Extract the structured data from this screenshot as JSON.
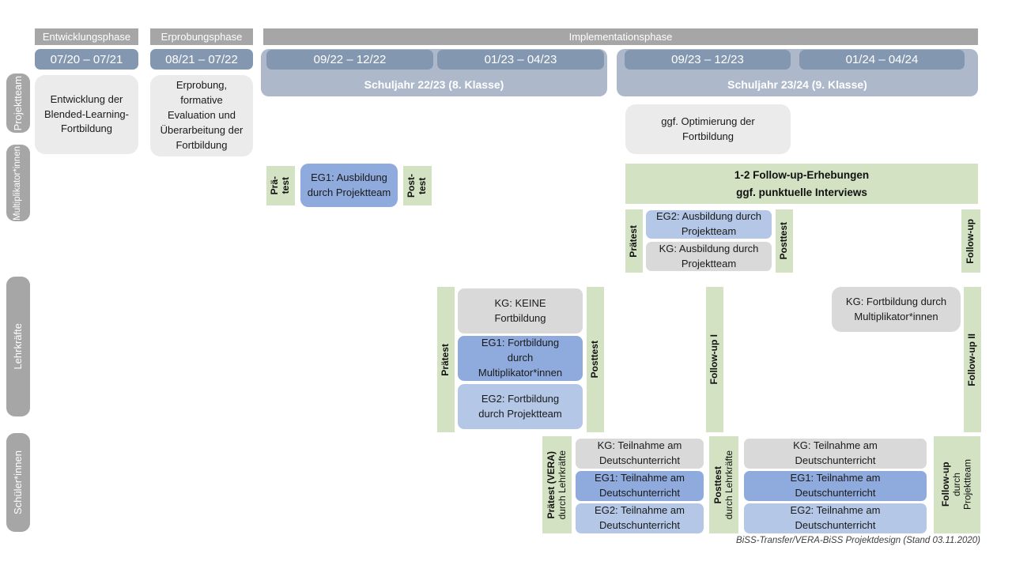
{
  "phases": {
    "development": "Entwicklungsphase",
    "piloting": "Erprobungsphase",
    "implementation": "Implementationsphase"
  },
  "timeline": {
    "periods": [
      "07/20 – 07/21",
      "08/21 – 07/22",
      "09/22 – 12/22",
      "01/23 – 04/23",
      "09/23 – 12/23",
      "01/24 – 04/24"
    ],
    "school_years": [
      "Schuljahr 22/23 (8. Klasse)",
      "Schuljahr 23/24 (9. Klasse)"
    ]
  },
  "row_labels": [
    "Projektteam",
    "Multiplikator*innen",
    "Lehrkräfte",
    "Schüler*innen"
  ],
  "projektteam": {
    "development_box": "Entwicklung der Blended-Learning-Fortbildung",
    "piloting_box": "Erprobung, formative Evaluation und Überarbeitung der Fortbildung",
    "optimization_box": "ggf. Optimierung der Fortbildung"
  },
  "multiplikatoren": {
    "pretest_short": {
      "line1": "Prä-",
      "line2": "test"
    },
    "eg1": "EG1: Ausbildung durch Projektteam",
    "posttest_short": {
      "line1": "Post-",
      "line2": "test"
    },
    "followup_banner": {
      "line1": "1-2 Follow-up-Erhebungen",
      "line2": "ggf. punktuelle Interviews"
    },
    "pretest": "Prätest",
    "eg2": "EG2: Ausbildung durch Projektteam",
    "kg": "KG: Ausbildung durch Projektteam",
    "posttest": "Posttest",
    "followup": "Follow-up"
  },
  "lehrkraefte": {
    "pretest": "Prätest",
    "kg": "KG: KEINE Fortbildung",
    "eg1": "EG1: Fortbildung durch Multiplikator*innen",
    "eg2": "EG2: Fortbildung durch Projektteam",
    "posttest": "Posttest",
    "followup1": "Follow-up I",
    "kg2": "KG: Fortbildung durch Multiplikator*innen",
    "followup2": "Follow-up II"
  },
  "schueler": {
    "pretest": {
      "line1": "Prätest (VERA)",
      "line2": "durch Lehrkräfte"
    },
    "kg1": "KG: Teilnahme am Deutschunterricht",
    "eg1a": "EG1: Teilnahme am Deutschunterricht",
    "eg2a": "EG2: Teilnahme am Deutschunterricht",
    "posttest": {
      "line1": "Posttest",
      "line2": "durch Lehrkräfte"
    },
    "kg2": "KG: Teilnahme am Deutschunterricht",
    "eg1b": "EG1: Teilnahme am Deutschunterricht",
    "eg2b": "EG2: Teilnahme am Deutschunterricht",
    "followup": {
      "line1": "Follow-up",
      "line2": "durch",
      "line3": "Projektteam"
    }
  },
  "footer": "BiSS-Transfer/VERA-BiSS Projektdesign (Stand 03.11.2020)",
  "colors": {
    "phase_gray": "#a6a6a6",
    "period_blue": "#8497b0",
    "year_band_blue": "#adb9ca",
    "task_light_gray": "#ebebeb",
    "kg_gray": "#d9d9d9",
    "eg1_blue": "#8faadc",
    "eg2_blue": "#b4c7e7",
    "test_green": "#d3e2c2"
  }
}
